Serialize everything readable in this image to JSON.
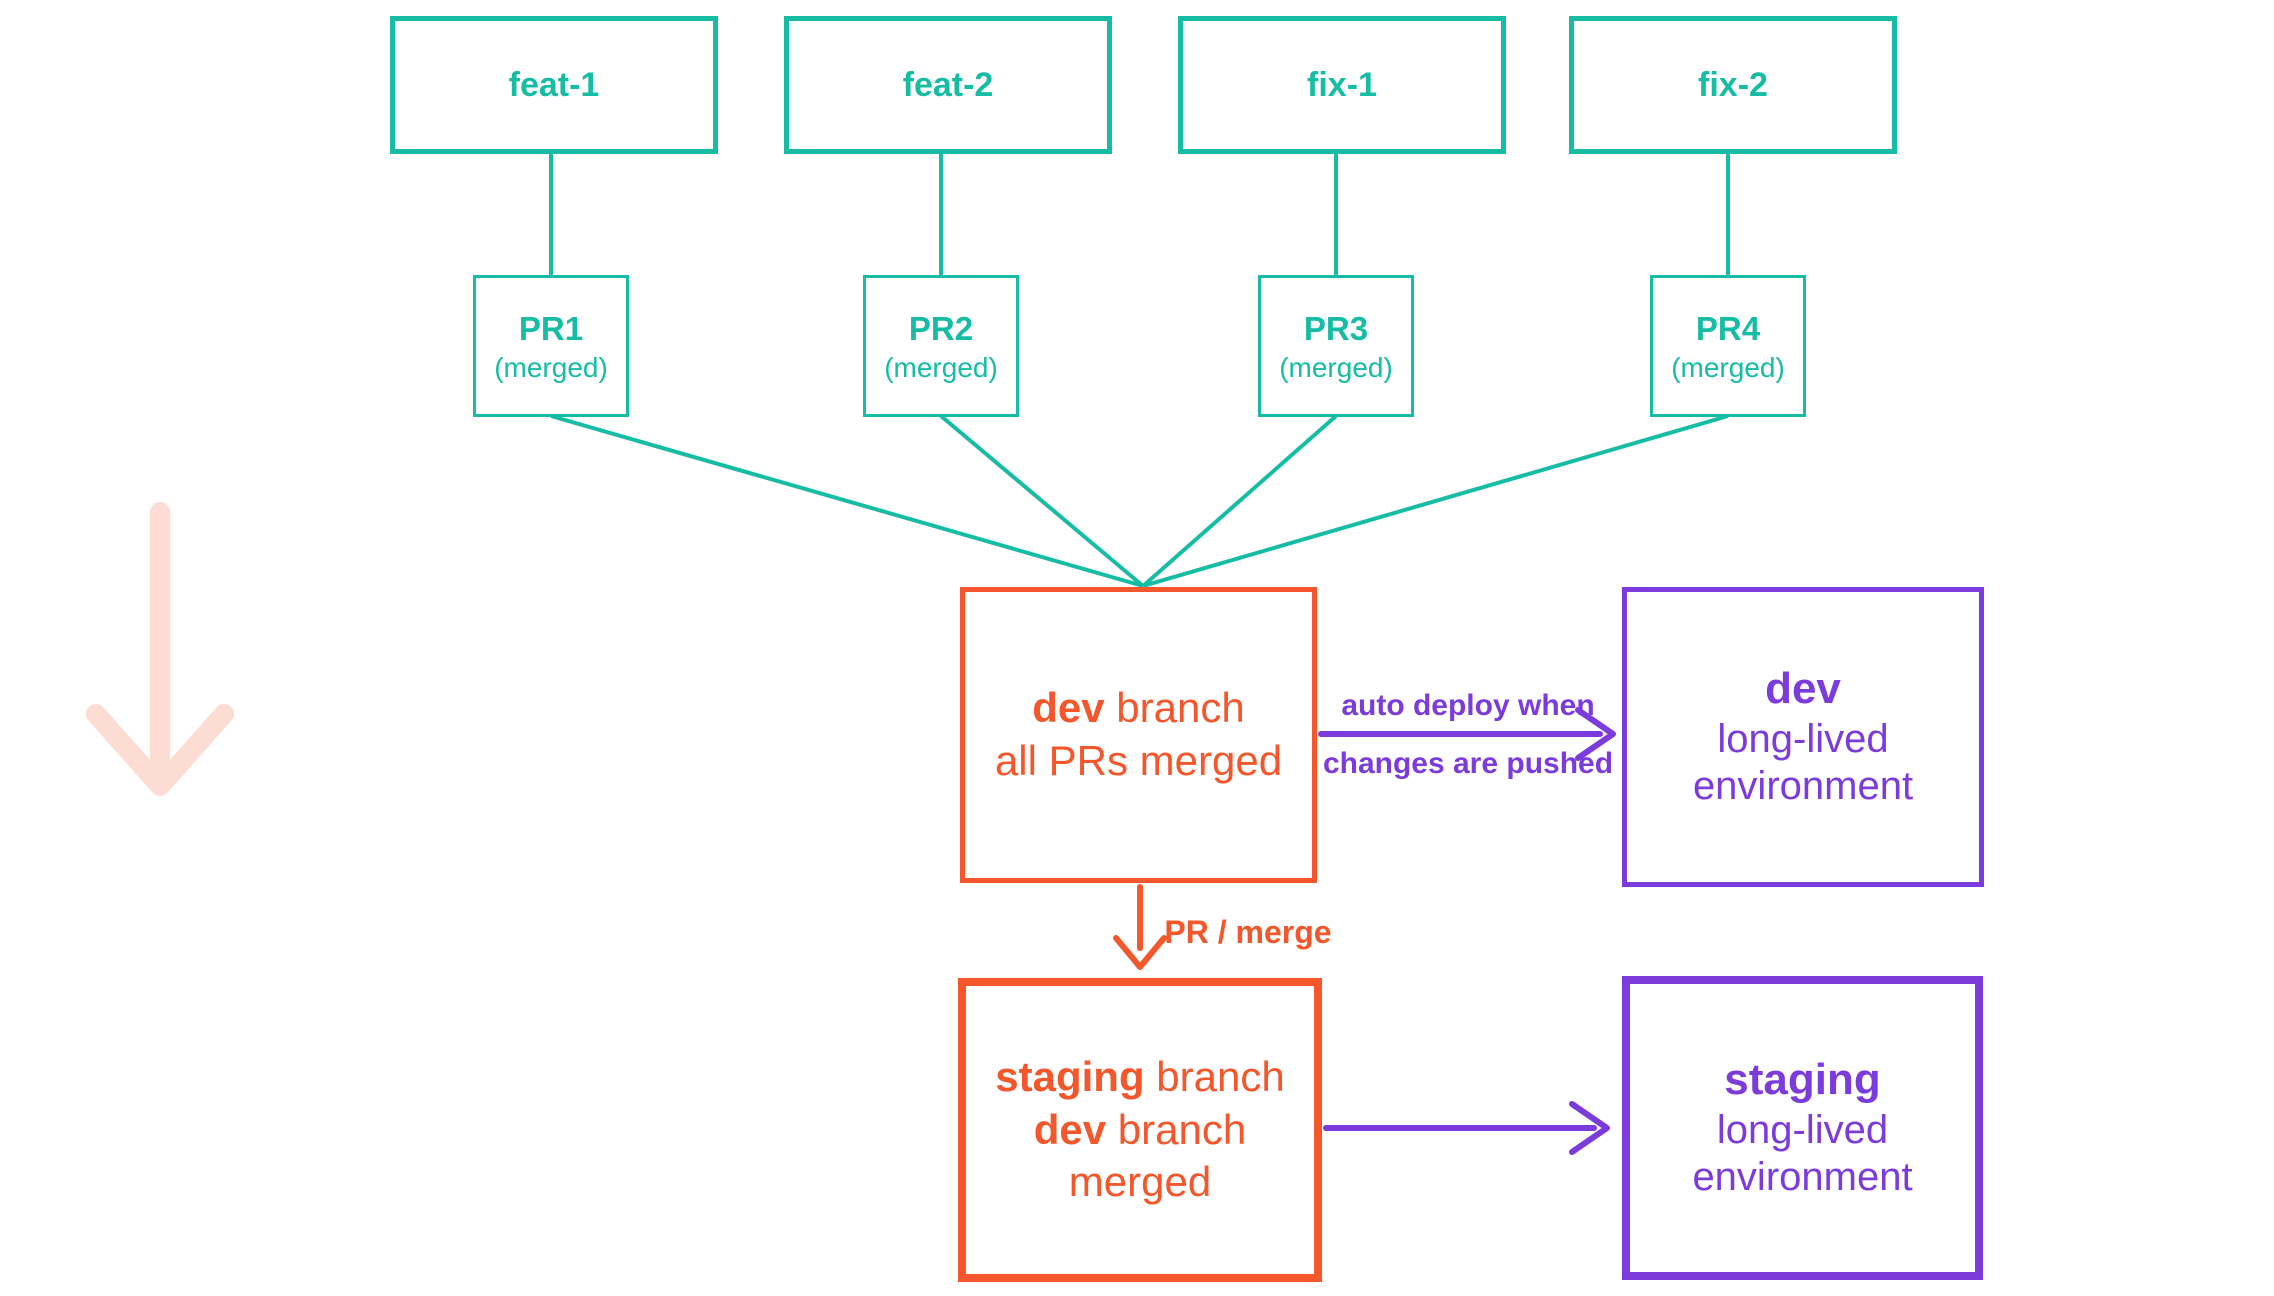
{
  "diagram_title": "branch and deployment flow",
  "colors": {
    "teal": "#16bda4",
    "orange": "#f3572b",
    "purple": "#7c3bdb",
    "pink": "#fcdcd3",
    "background": "#ffffff"
  },
  "icons": {
    "flow_direction": "down-arrow"
  },
  "nodes": {
    "branches": [
      {
        "label": "feat-1"
      },
      {
        "label": "feat-2"
      },
      {
        "label": "fix-1"
      },
      {
        "label": "fix-2"
      }
    ],
    "prs": [
      {
        "title": "PR1",
        "subtitle": "(merged)"
      },
      {
        "title": "PR2",
        "subtitle": "(merged)"
      },
      {
        "title": "PR3",
        "subtitle": "(merged)"
      },
      {
        "title": "PR4",
        "subtitle": "(merged)"
      }
    ],
    "dev_branch": {
      "title_bold": "dev",
      "title_rest": " branch",
      "subtitle": "all PRs merged"
    },
    "staging_branch": {
      "title_bold": "staging",
      "title_rest": " branch",
      "subtitle_bold": "dev",
      "subtitle_rest": " branch merged"
    },
    "dev_env": {
      "title": "dev",
      "line1": "long-lived",
      "line2": "environment"
    },
    "staging_env": {
      "title": "staging",
      "line1": "long-lived",
      "line2": "environment"
    }
  },
  "edges": {
    "auto_deploy_line1": "auto deploy when",
    "auto_deploy_line2": "changes are pushed",
    "pr_merge": "PR / merge"
  }
}
